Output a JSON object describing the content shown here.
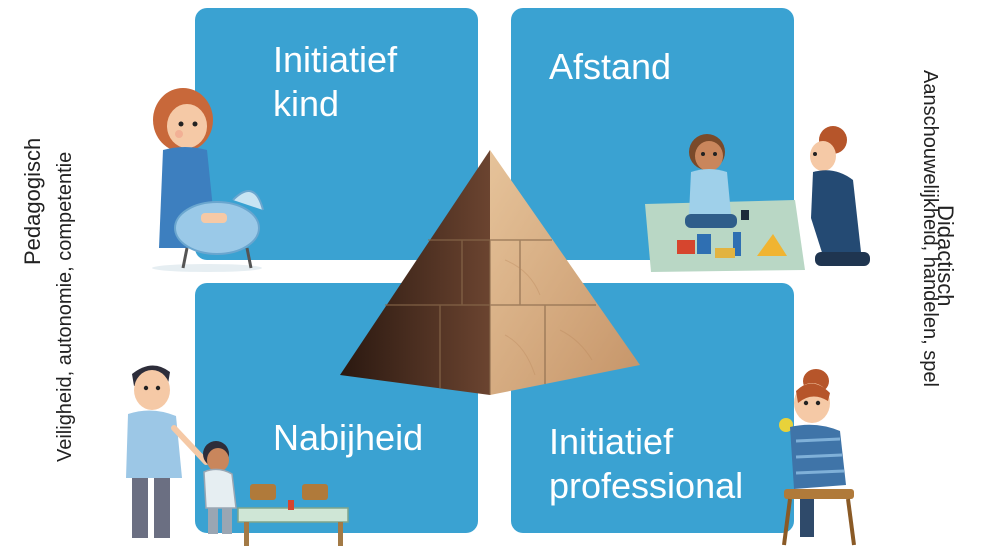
{
  "quadrants": {
    "top_left": "Initiatief\nkind",
    "top_right": "Afstand",
    "bottom_left": "Nabijheid",
    "bottom_right": "Initiatief\nprofessional"
  },
  "left_axis": {
    "title": "Pedagogisch",
    "subtitle": "Veiligheid, autonomie, competentie"
  },
  "right_axis": {
    "title": "Didactisch",
    "subtitle": "Aanschouwelijkheid, handelen, spel"
  },
  "colors": {
    "quadrant_blue": "#3aa2d2",
    "text_dark": "#222222",
    "wood_light": "#d8b48a",
    "wood_dark": "#3a2418"
  }
}
